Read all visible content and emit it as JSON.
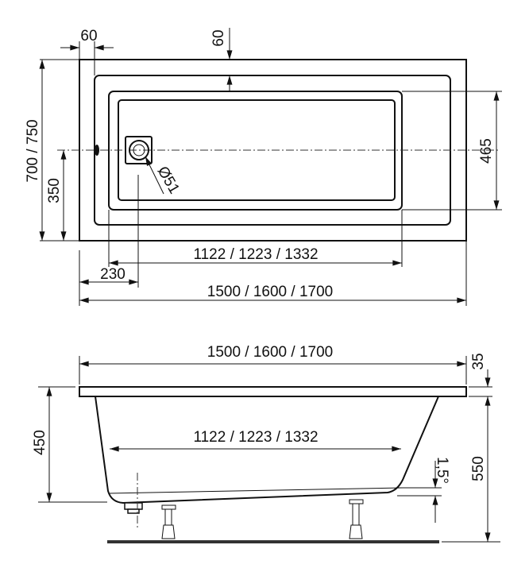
{
  "top_view": {
    "dim_rim_left": "60",
    "dim_rim_top": "60",
    "dim_width": "700 / 750",
    "dim_drain_offset": "350",
    "dim_inner_width": "465",
    "dim_inner_length": "1122 / 1223 / 1332",
    "dim_drain_from_edge": "230",
    "dim_length": "1500 / 1600 / 1700",
    "dim_drain_diameter": "Ø51"
  },
  "side_view": {
    "dim_length": "1500 / 1600 / 1700",
    "dim_rim_thickness": "35",
    "dim_depth": "450",
    "dim_inner_length": "1122 / 1223 / 1332",
    "dim_slope": "1,5°",
    "dim_height": "550"
  },
  "colors": {
    "line": "#111111",
    "background": "#ffffff"
  }
}
